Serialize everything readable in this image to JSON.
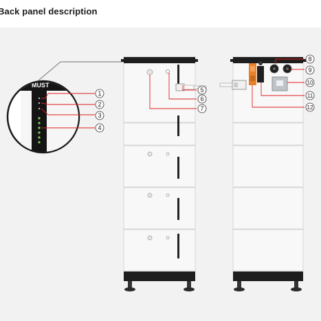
{
  "title": "Back panel description",
  "brand_logo_text": "MUST",
  "callouts": [
    "1",
    "2",
    "3",
    "4",
    "5",
    "6",
    "7",
    "8",
    "9",
    "10",
    "11",
    "12"
  ],
  "colors": {
    "background": "#f2f2f2",
    "cabinet": "#f7f7f7",
    "cabinet_border": "#dcdcdc",
    "top_bar": "#1c1c1c",
    "handle": "#2a2a2a",
    "leader_line": "#e01e1e",
    "breaker_orange": "#e8822a",
    "led_green": "#7ddc4a"
  }
}
